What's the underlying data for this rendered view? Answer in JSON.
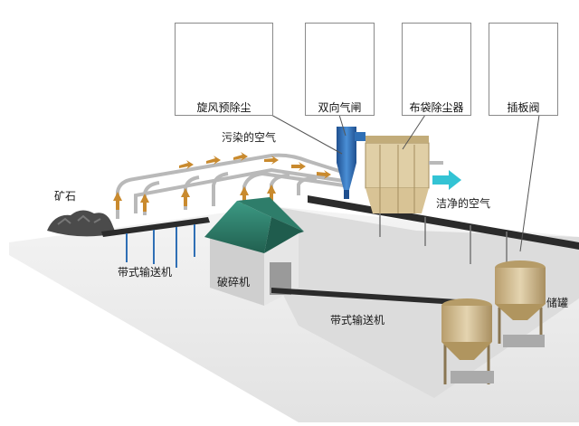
{
  "equipment_cards": [
    {
      "label": "旋风预除尘",
      "icon": "cyclone-dust-collector-icon"
    },
    {
      "label": "双向气闸",
      "icon": "two-way-airlock-icon"
    },
    {
      "label": "布袋除尘器",
      "icon": "baghouse-filter-icon"
    },
    {
      "label": "插板阀",
      "icon": "gate-valve-icon"
    }
  ],
  "labels": {
    "polluted_air": "污染的空气",
    "clean_air": "洁净的空气",
    "ore": "矿石",
    "belt_conveyor_1": "带式输送机",
    "crusher": "破碎机",
    "belt_conveyor_2": "带式输送机",
    "storage_tank": "储罐"
  },
  "colors": {
    "duct": "#b9b9b9",
    "ground": "#ececec",
    "conveyor": "#2b2b2b",
    "crusher_roof": "#2e7d6a",
    "silo": "#c8b48a",
    "cyclone": "#2f6fb5",
    "arrow_up": "#c98a2e",
    "clean_air_arrow": "#33c3d4"
  }
}
